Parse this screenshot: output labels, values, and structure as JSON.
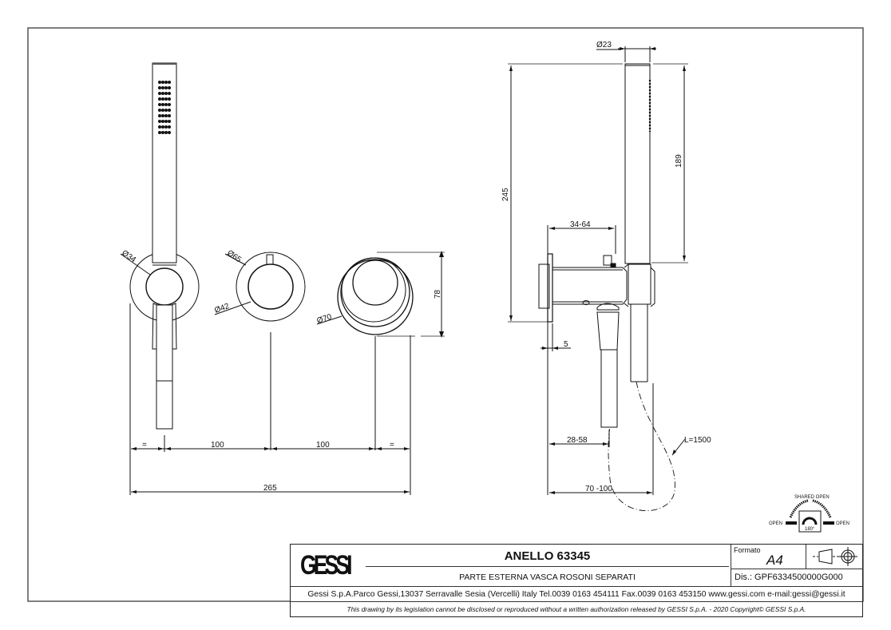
{
  "document": {
    "title": "ANELLO 63345",
    "subtitle": "PARTE ESTERNA VASCA ROSONI SEPARATI",
    "brand": "GESSI",
    "format_label": "Formato",
    "format_value": "A4",
    "projection_symbol": "first-angle-projection-icon",
    "drawing_number": "Dis.: GPF6334500000G000",
    "company_info": "Gessi S.p.A.Parco Gessi,13037 Serravalle Sesia (Vercelli) Italy Tel.0039 0163 454111 Fax.0039 0163 453150 www.gessi.com e-mail:gessi@gessi.it",
    "legal_notice": "This drawing by its legislation cannot be disclosed or reproduced without a written authorization released by GESSI S.p.A. - 2020 Copyright© GESSI S.p.A."
  },
  "front_view": {
    "dims": {
      "dia_handshower_holder": "Ø34",
      "dia_rosette": "Ø65",
      "dia_knob": "Ø42",
      "dia_spout_rosette": "Ø70",
      "height_spout": "78",
      "equal_left": "=",
      "spacing_1": "100",
      "spacing_2": "100",
      "equal_right": "=",
      "total_width": "265"
    }
  },
  "side_view": {
    "dims": {
      "dia_handshower": "Ø23",
      "total_height": "245",
      "handshower_height": "189",
      "projection_range": "34-64",
      "plate_thickness": "5",
      "spout_offset": "28-58",
      "total_depth": "70 -100",
      "hose_length": "L=1500"
    }
  },
  "operation_symbol": {
    "top_label": "SHARED OPEN",
    "left_label": "OPEN",
    "right_label": "OPEN",
    "rotation": "180°"
  }
}
